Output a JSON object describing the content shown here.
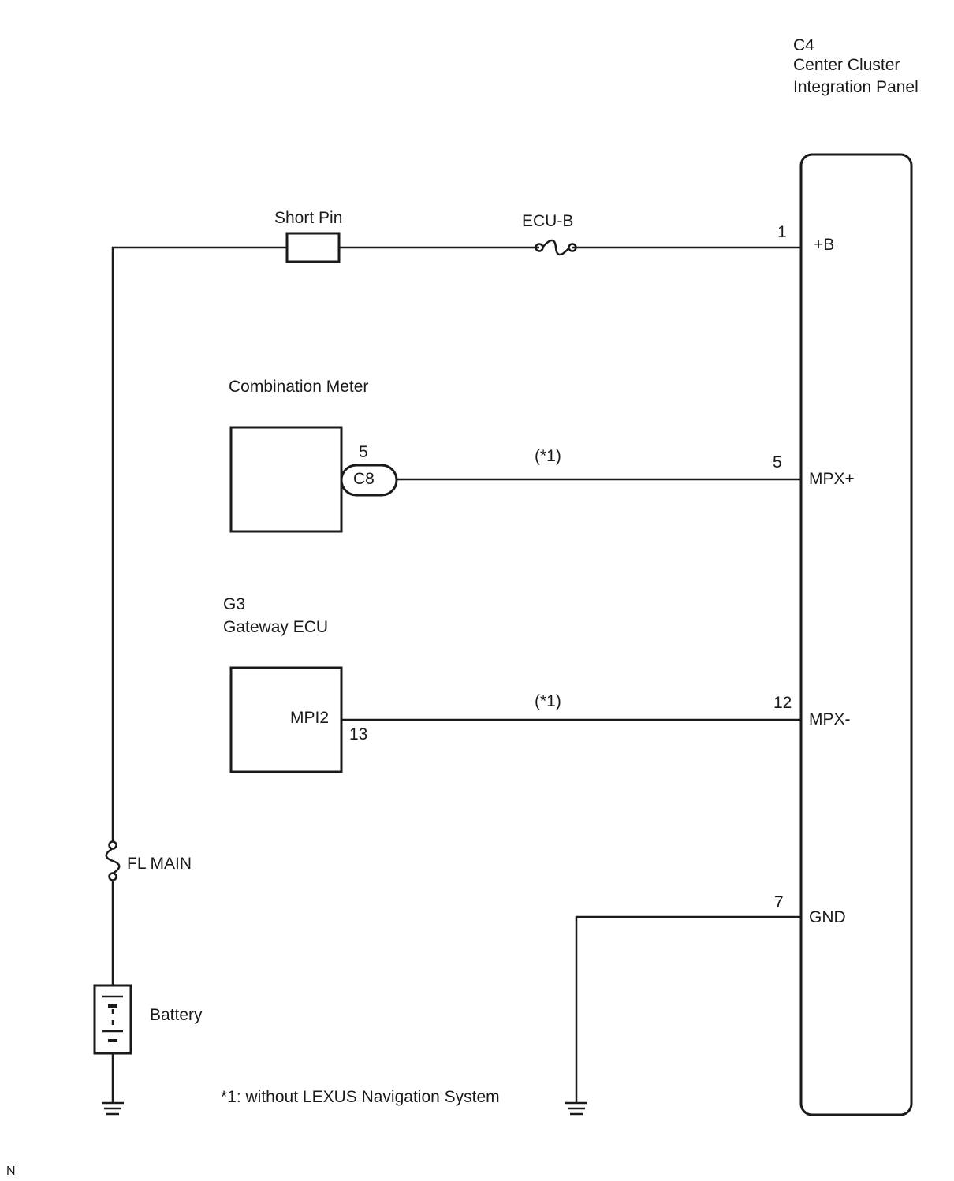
{
  "panel": {
    "code": "C4",
    "name_line1": "Center Cluster",
    "name_line2": "Integration Panel",
    "pins": [
      {
        "number": "1",
        "name": "+B"
      },
      {
        "number": "5",
        "name": "MPX+"
      },
      {
        "number": "12",
        "name": "MPX-"
      },
      {
        "number": "7",
        "name": "GND"
      }
    ]
  },
  "power": {
    "short_pin_label": "Short Pin",
    "ecu_b_fuse_label": "ECU-B",
    "fl_main_fuse_label": "FL MAIN",
    "battery_label": "Battery"
  },
  "combination_meter": {
    "label": "Combination Meter",
    "connector": "C8",
    "pin": "5",
    "wire_note": "(*1)"
  },
  "gateway_ecu": {
    "code": "G3",
    "name": "Gateway ECU",
    "terminal": "MPI2",
    "pin": "13",
    "wire_note": "(*1)"
  },
  "footnote": "*1: without LEXUS Navigation System",
  "corner_mark": "N"
}
